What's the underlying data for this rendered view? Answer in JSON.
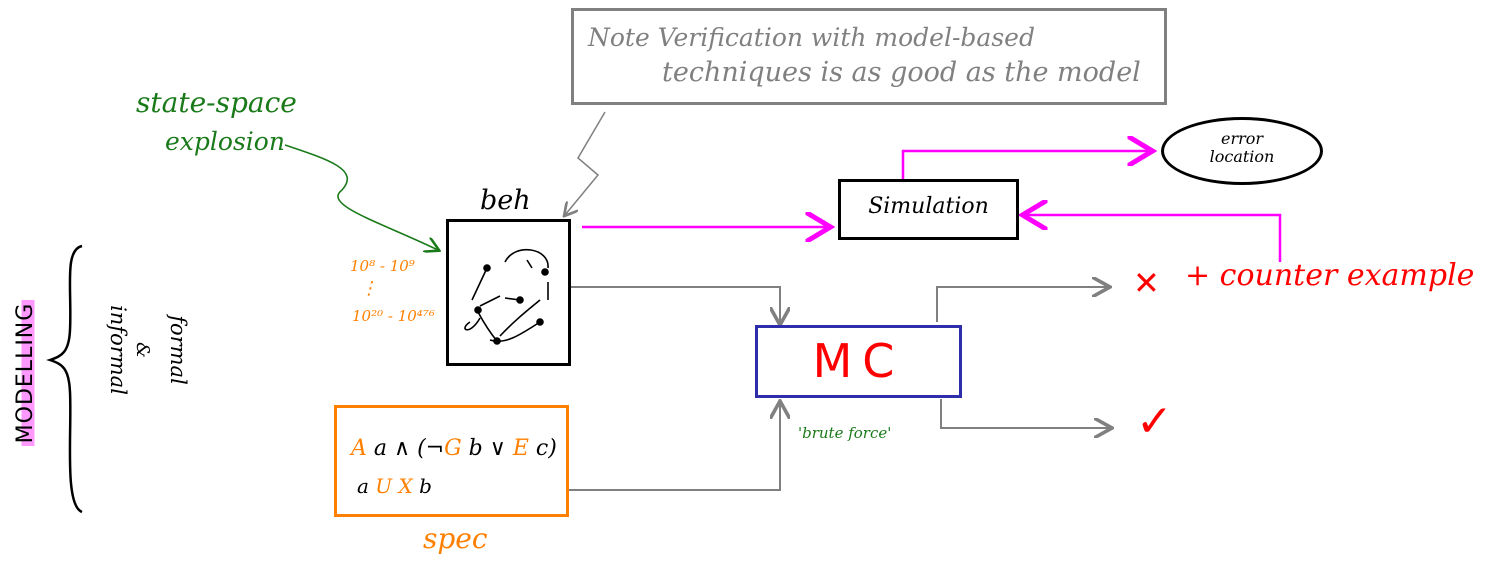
{
  "note": {
    "line1": "Note Verification with model-based",
    "line2": "techniques is as good as the model"
  },
  "state_space": {
    "line1": "state-space",
    "line2": "explosion"
  },
  "beh_label": "beh",
  "state_counts": {
    "top": "10⁸ - 10⁹",
    "dots": "⋮",
    "bottom": "10²⁰ - 10⁴⁷⁶"
  },
  "modelling": {
    "vertical_label": "MODELLING",
    "informal": "informal",
    "and": "&",
    "formal": "formal"
  },
  "spec_box": {
    "formula_line1_parts": [
      "A",
      " a ∧ (¬",
      "G",
      " b ∨ ",
      "E",
      " c)"
    ],
    "formula_line2_parts": [
      "a ",
      "U",
      " ",
      "X",
      " b"
    ],
    "label": "spec"
  },
  "mc_label": "MC",
  "brute_force": "'brute force'",
  "simulation_label": "Simulation",
  "error_location": {
    "line1": "error",
    "line2": "location"
  },
  "cross": "✕",
  "counter_example": "+ counter example",
  "check": "✓",
  "colors": {
    "gray": "#808080",
    "magenta": "#ff00ff",
    "green": "#1a7a1a",
    "orange": "#ff8000",
    "red": "#ff0000",
    "blue": "#2e2eaa",
    "black": "#000000",
    "highlight": "#ff99ff"
  }
}
